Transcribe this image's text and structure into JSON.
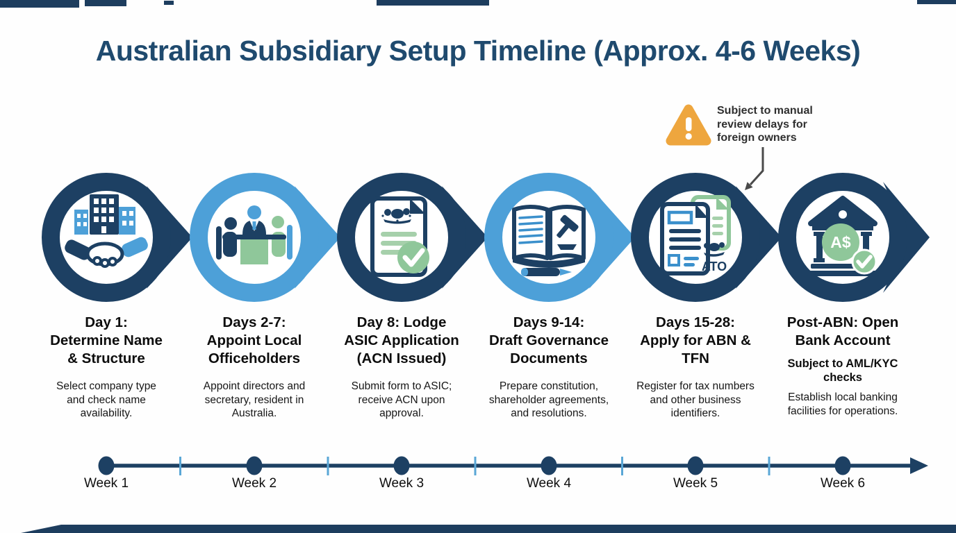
{
  "title": "Australian Subsidiary Setup Timeline (Approx. 4-6 Weeks)",
  "annotation": {
    "icon": "warning-triangle-icon",
    "text": "Subject to manual\nreview delays for\nforeign owners"
  },
  "steps": [
    {
      "id": 1,
      "icon": "handshake-buildings-icon",
      "ring_color": "#1d4063",
      "title": "Day 1:\nDetermine Name\n& Structure",
      "description": "Select company type\nand check name\navailability."
    },
    {
      "id": 2,
      "icon": "meeting-officeholders-icon",
      "ring_color": "#4da0d8",
      "title": "Days 2-7:\nAppoint Local\nOfficeholders",
      "description": "Appoint directors and\nsecretary, resident in\nAustralia."
    },
    {
      "id": 3,
      "icon": "asic-document-icon",
      "ring_color": "#1d4063",
      "title": "Day 8: Lodge\nASIC Application\n(ACN Issued)",
      "description": "Submit form to ASIC;\nreceive ACN upon\napproval."
    },
    {
      "id": 4,
      "icon": "governance-book-icon",
      "ring_color": "#4da0d8",
      "title": "Days 9-14:\nDraft Governance\nDocuments",
      "description": "Prepare constitution,\nshareholder agreements,\nand resolutions."
    },
    {
      "id": 5,
      "icon": "ato-forms-icon",
      "icon_label": "ATO",
      "ring_color": "#1d4063",
      "title": "Days 15-28:\nApply for ABN &\nTFN",
      "description": "Register for tax numbers\nand other business\nidentifiers."
    },
    {
      "id": 6,
      "icon": "bank-icon",
      "icon_label": "A$",
      "ring_color": "#1d4063",
      "title": "Post-ABN: Open\nBank Account",
      "note": "Subject to AML/KYC\nchecks",
      "description": "Establish local banking\nfacilities for operations."
    }
  ],
  "timeline": {
    "weeks": [
      "Week 1",
      "Week 2",
      "Week 3",
      "Week 4",
      "Week 5",
      "Week 6"
    ]
  },
  "colors": {
    "navy": "#1d4063",
    "blue": "#4da0d8",
    "accent_blue": "#3b90cc",
    "green": "#8fc79a",
    "green_light": "#a6d0ab",
    "orange": "#eea63e",
    "title": "#1f4a6e"
  }
}
